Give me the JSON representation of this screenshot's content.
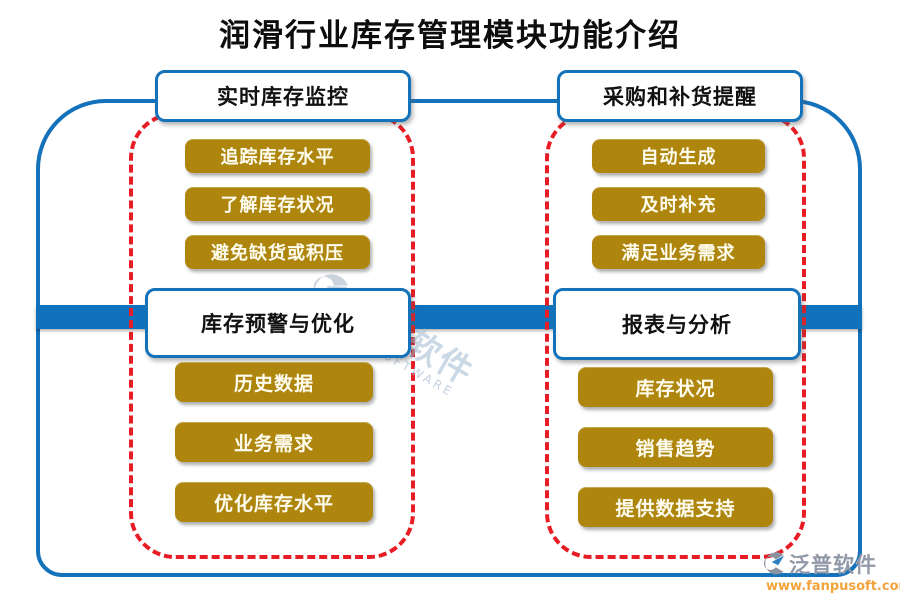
{
  "title": "润滑行业库存管理模块功能介绍",
  "sections": [
    {
      "id": "realtime-monitoring",
      "label": "实时库存监控",
      "items": [
        "追踪库存水平",
        "了解库存状况",
        "避免缺货或积压"
      ]
    },
    {
      "id": "purchase-replenish-reminder",
      "label": "采购和补货提醒",
      "items": [
        "自动生成",
        "及时补充",
        "满足业务需求"
      ]
    },
    {
      "id": "inventory-warning-optimization",
      "label": "库存预警与优化",
      "items": [
        "历史数据",
        "业务需求",
        "优化库存水平"
      ]
    },
    {
      "id": "reports-analysis",
      "label": "报表与分析",
      "items": [
        "库存状况",
        "销售趋势",
        "提供数据支持"
      ]
    }
  ],
  "watermark": {
    "brand_cn": "泛普软件",
    "brand_en": "FANPU SOFTWARE"
  },
  "footer_logo": {
    "brand_cn": "泛普软件",
    "url": "www.fanpusoft.com"
  },
  "colors": {
    "blue": "#1072bc",
    "gold": "#ae860e",
    "red": "#e81c24",
    "orange": "#f2a33c",
    "watermark_gray_blue": "#a9c0d6"
  }
}
